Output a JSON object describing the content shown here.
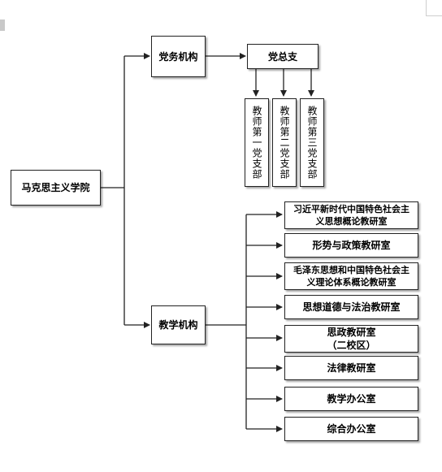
{
  "root": {
    "label": "马克思主义学院"
  },
  "party_org": {
    "label": "党务机构",
    "general_branch": "党总支",
    "branches": [
      "教师第一党支部",
      "教师第二党支部",
      "教师第三党支部"
    ]
  },
  "teaching_org": {
    "label": "教学机构",
    "departments": [
      "习近平新时代中国特色社会主\n义思想概论教研室",
      "形势与政策教研室",
      "毛泽东思想和中国特色社会主\n义理论体系概论教研室",
      "思想道德与法治教研室",
      "思政教研室\n（二校区）",
      "法律教研室",
      "教学办公室",
      "综合办公室"
    ]
  }
}
